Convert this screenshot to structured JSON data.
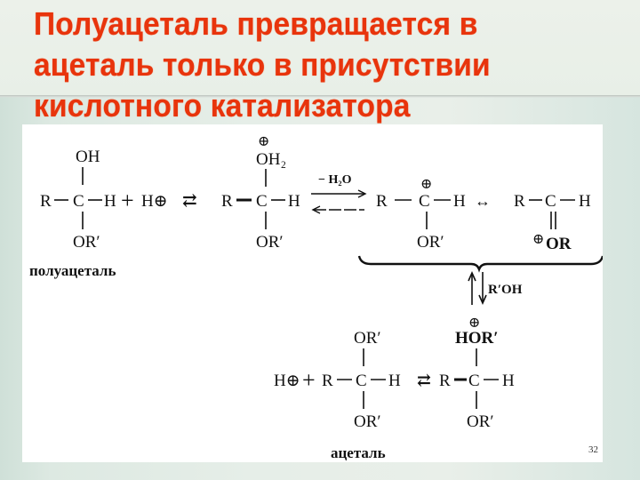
{
  "slide": {
    "title_lines": [
      "Полуацеталь превращается в",
      "ацеталь только в присутствии",
      "кислотного катализатора"
    ],
    "title_color": "#e8340c",
    "page_number": "32"
  },
  "scheme": {
    "hemiacetal": {
      "top": "OH",
      "left": "R",
      "center": "C",
      "right": "H",
      "bottom": "OR′",
      "caption": "полуацеталь"
    },
    "plus_1": "+",
    "proton": "H⊕",
    "equilibrium_1": "⇄",
    "protonated": {
      "charge": "⊕",
      "top": "OH₂",
      "left": "R",
      "center": "C",
      "right": "H",
      "bottom": "OR′"
    },
    "water_loss_label": "− H₂O",
    "carbocation": {
      "charge": "⊕",
      "left": "R",
      "center": "C",
      "right": "H",
      "bottom": "OR′"
    },
    "resonance_arrow": "↔",
    "oxocarbenium": {
      "left": "R",
      "center": "C",
      "right": "H",
      "bottom_charge": "⊕",
      "bottom": "OR"
    },
    "alcohol_addition_label": "R′OH",
    "protonated_acetal": {
      "charge": "⊕",
      "top": "HOR′",
      "left": "R",
      "center": "C",
      "right": "H",
      "bottom": "OR′"
    },
    "equilibrium_2": "⇄",
    "acetal": {
      "top": "OR′",
      "left": "R",
      "center": "C",
      "right": "H",
      "bottom": "OR′",
      "caption": "ацеталь"
    },
    "proton_2": "H⊕",
    "plus_2": "+"
  }
}
